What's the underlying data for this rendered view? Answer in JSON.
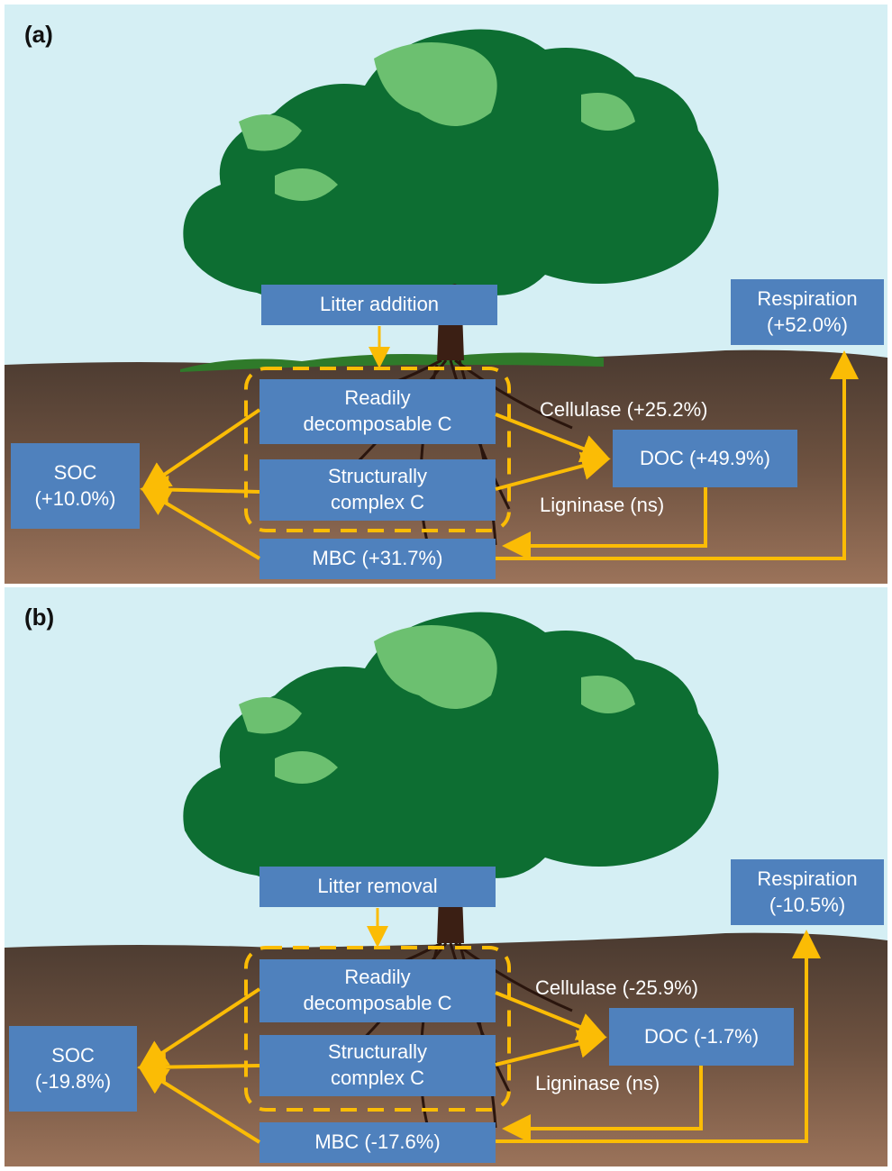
{
  "colors": {
    "sky": "#d5eff4",
    "soil_top": "#4a3a30",
    "soil_bottom": "#9b735a",
    "box_fill": "#4f81bd",
    "box_text": "#ffffff",
    "arrow": "#fbbc05",
    "crown_dark": "#0d6e32",
    "crown_light": "#6cc070",
    "trunk": "#3b1f14"
  },
  "panels": [
    {
      "id": "a",
      "label": "(a)",
      "treatment": "Litter addition",
      "readily_decomposable": "Readily decomposable C",
      "structurally_complex": "Structurally complex C",
      "soc": {
        "name": "SOC",
        "change": "(+10.0%)"
      },
      "mbc": "MBC (+31.7%)",
      "doc": "DOC (+49.9%)",
      "cellulase": "Cellulase (+25.2%)",
      "ligninase": "Ligninase (ns)",
      "respiration": {
        "name": "Respiration",
        "change": "(+52.0%)"
      }
    },
    {
      "id": "b",
      "label": "(b)",
      "treatment": "Litter removal",
      "readily_decomposable": "Readily decomposable C",
      "structurally_complex": "Structurally complex C",
      "soc": {
        "name": "SOC",
        "change": "(-19.8%)"
      },
      "mbc": "MBC (-17.6%)",
      "doc": "DOC (-1.7%)",
      "cellulase": "Cellulase (-25.9%)",
      "ligninase": "Ligninase (ns)",
      "respiration": {
        "name": "Respiration",
        "change": "(-10.5%)"
      }
    }
  ]
}
